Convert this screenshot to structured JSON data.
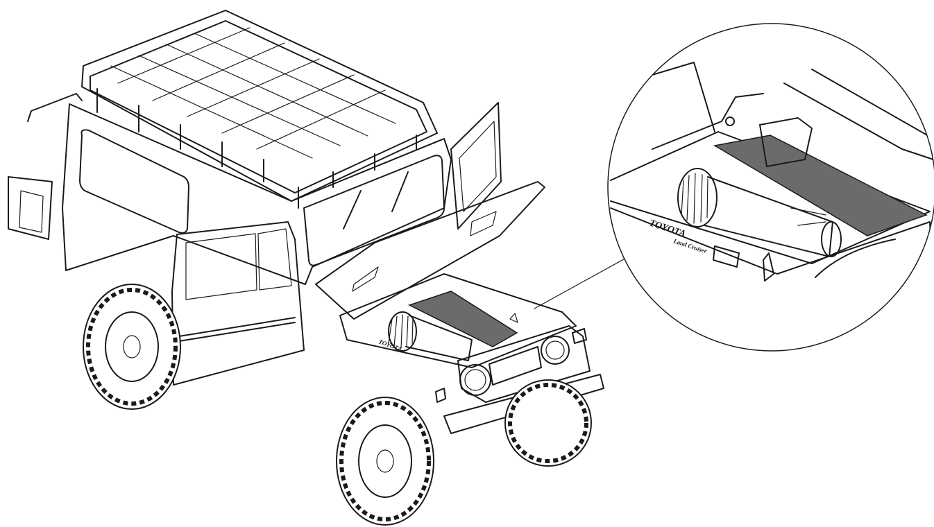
{
  "diagram": {
    "subject": "4x4 off-road vehicle with open hood, doors, roof rack",
    "highlight_color": "#6b6b6b",
    "line_color": "#1a1a1a",
    "background": "#ffffff"
  },
  "labels": {
    "brand_badge": "TOYOTA",
    "badge_script": "Land Cruiser"
  },
  "detail": {
    "shape": "circle",
    "subject": "engine bay close-up",
    "callout_to": "highlighted part"
  }
}
